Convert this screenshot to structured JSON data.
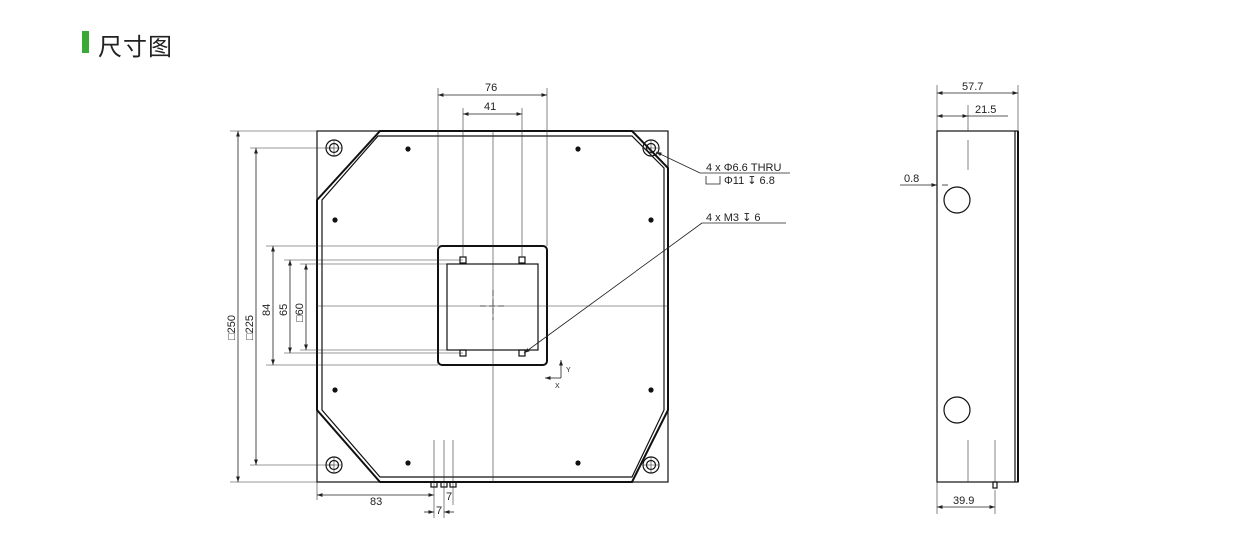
{
  "header": {
    "title": "尺寸图",
    "accent_color": "#3aa935"
  },
  "front_view": {
    "dim_top_outer": "76",
    "dim_top_inner": "41",
    "dim_left_250": "□250",
    "dim_left_225": "□225",
    "dim_left_84": "84",
    "dim_left_65": "65",
    "dim_left_60": "□60",
    "dim_bottom_83": "83",
    "dim_bottom_7a": "7",
    "dim_bottom_7b": "7",
    "note_thru_line1": "4 x Φ6.6 THRU",
    "note_thru_line2": "Φ11 ↧ 6.8",
    "note_m3": "4 x  M3 ↧ 6",
    "axis_x": "X",
    "axis_y": "Y"
  },
  "side_view": {
    "dim_top_57_7": "57.7",
    "dim_top_21_5": "21.5",
    "dim_gap_0_8": "0.8",
    "dim_bottom_39_9": "39.9"
  }
}
